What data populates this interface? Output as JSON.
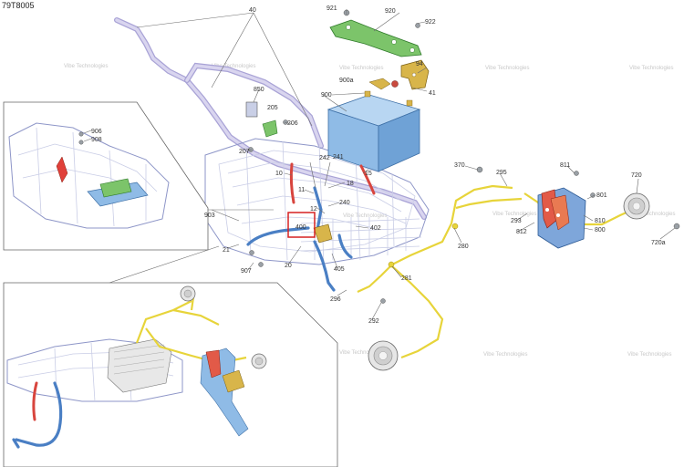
{
  "figure": {
    "ref_id": "79T8005",
    "watermark": "Vibe Technologies"
  },
  "callouts": [
    {
      "id": "c40",
      "text": "40"
    },
    {
      "id": "c921",
      "text": "921"
    },
    {
      "id": "c920",
      "text": "920"
    },
    {
      "id": "c922",
      "text": "922"
    },
    {
      "id": "c900a",
      "text": "900a"
    },
    {
      "id": "c94",
      "text": "94"
    },
    {
      "id": "c41",
      "text": "41"
    },
    {
      "id": "c900",
      "text": "900"
    },
    {
      "id": "c850",
      "text": "850"
    },
    {
      "id": "c205",
      "text": "205"
    },
    {
      "id": "c206",
      "text": "206"
    },
    {
      "id": "c906",
      "text": "906"
    },
    {
      "id": "c908",
      "text": "908"
    },
    {
      "id": "c207",
      "text": "207"
    },
    {
      "id": "c242",
      "text": "242"
    },
    {
      "id": "c241",
      "text": "241"
    },
    {
      "id": "c15",
      "text": "15"
    },
    {
      "id": "c10",
      "text": "10"
    },
    {
      "id": "c18",
      "text": "18"
    },
    {
      "id": "c11",
      "text": "11"
    },
    {
      "id": "c240",
      "text": "240"
    },
    {
      "id": "c12",
      "text": "12"
    },
    {
      "id": "c400",
      "text": "400"
    },
    {
      "id": "c402",
      "text": "402"
    },
    {
      "id": "c903",
      "text": "903"
    },
    {
      "id": "c21",
      "text": "21"
    },
    {
      "id": "c907",
      "text": "907"
    },
    {
      "id": "c20",
      "text": "20"
    },
    {
      "id": "c405",
      "text": "405"
    },
    {
      "id": "c296",
      "text": "296"
    },
    {
      "id": "c281",
      "text": "281"
    },
    {
      "id": "c292",
      "text": "292"
    },
    {
      "id": "c280",
      "text": "280"
    },
    {
      "id": "c370",
      "text": "370"
    },
    {
      "id": "c295",
      "text": "295"
    },
    {
      "id": "c811",
      "text": "811"
    },
    {
      "id": "c801",
      "text": "801"
    },
    {
      "id": "c293",
      "text": "293"
    },
    {
      "id": "c812",
      "text": "812"
    },
    {
      "id": "c810",
      "text": "810"
    },
    {
      "id": "c800",
      "text": "800"
    },
    {
      "id": "c720",
      "text": "720"
    },
    {
      "id": "c720a",
      "text": "720a"
    }
  ],
  "colors": {
    "battery": "#8fbbe6",
    "bracket_green": "#7cc46a",
    "bracket_gold": "#d8b54a",
    "harness_yellow": "#e7d43a",
    "cable_blue": "#4a7fc4",
    "cable_red": "#d8453e",
    "frame_tube": "#a9a3d6",
    "highlight_box": "#d62020"
  }
}
